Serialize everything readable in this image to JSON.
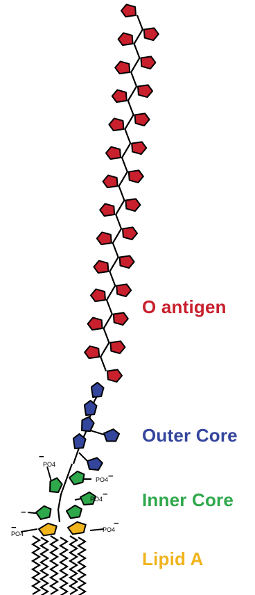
{
  "labels": {
    "o_antigen": "O antigen",
    "outer_core": "Outer Core",
    "inner_core": "Inner Core",
    "lipid_a": "Lipid A"
  },
  "phosphate_label": "PO4",
  "charge": "−",
  "colors": {
    "o_antigen": "#c8202c",
    "outer_core": "#34459c",
    "inner_core": "#2ea84a",
    "lipid_a": "#f0b41c",
    "outline": "#000000"
  }
}
